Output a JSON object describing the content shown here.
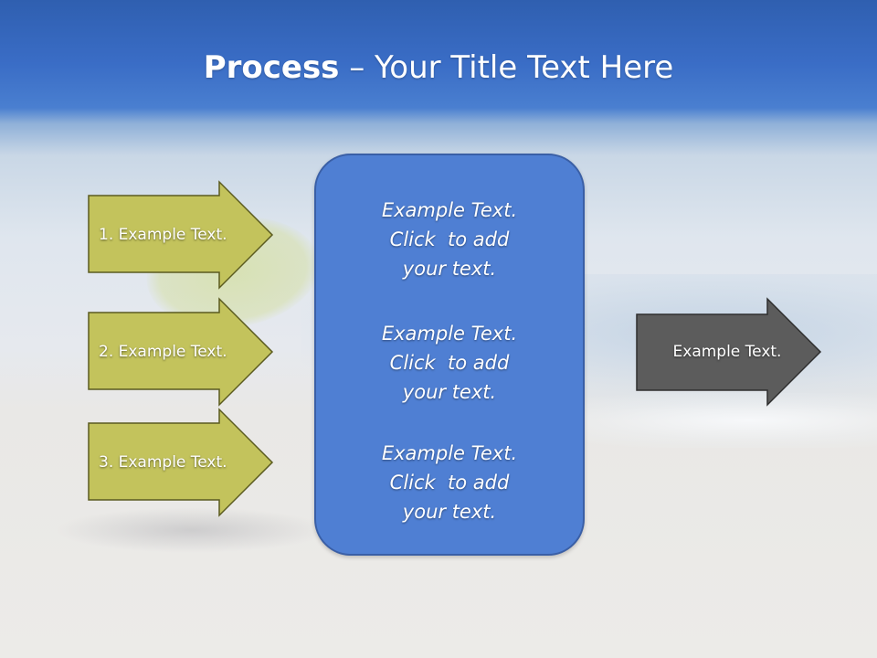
{
  "title": {
    "bold": "Process",
    "rest": " – Your Title Text Here"
  },
  "steps": [
    {
      "label": "1. Example Text."
    },
    {
      "label": "2. Example Text."
    },
    {
      "label": "3. Example Text."
    }
  ],
  "center": {
    "paragraphs": [
      {
        "line1": "Example Text.",
        "line2": "Click  to add",
        "line3": "your text."
      },
      {
        "line1": "Example Text.",
        "line2": "Click  to add",
        "line3": "your text."
      },
      {
        "line1": "Example Text.",
        "line2": "Click  to add",
        "line3": "your text."
      }
    ]
  },
  "output": {
    "label": "Example Text."
  },
  "colors": {
    "step_fill": "#c3c35c",
    "step_stroke": "#5b5b20",
    "center_fill": "#4f7fd3",
    "center_stroke": "#3a5fa6",
    "output_fill": "#5c5c5c",
    "output_stroke": "#2e2e2e",
    "title_band": "#3a6dc6"
  }
}
